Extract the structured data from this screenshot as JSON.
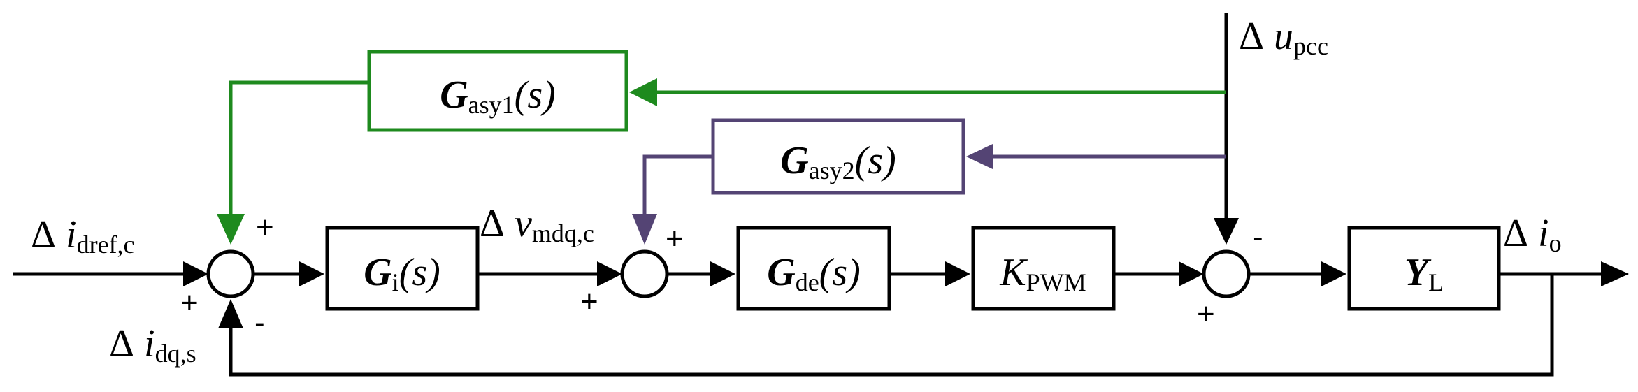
{
  "blocks": {
    "gi": {
      "main": "G",
      "sub": "i",
      "arg": "(s)"
    },
    "gde": {
      "main": "G",
      "sub": "de",
      "arg": "(s)"
    },
    "kpwm": {
      "main": "K",
      "sub": "PWM"
    },
    "yl": {
      "main": "Y",
      "sub": "L"
    },
    "gasy1": {
      "main": "G",
      "sub": "asy1",
      "arg": "(s)"
    },
    "gasy2": {
      "main": "G",
      "sub": "asy2",
      "arg": "(s)"
    }
  },
  "signals": {
    "idref": {
      "delta": "Δ",
      "var": "i",
      "sub": "dref,c"
    },
    "vmdq": {
      "delta": "Δ",
      "var": "v",
      "sub": "mdq,c"
    },
    "upcc": {
      "delta": "Δ",
      "var": "u",
      "sub": "pcc"
    },
    "io": {
      "delta": "Δ",
      "var": "i",
      "sub": "o"
    },
    "idqs": {
      "delta": "Δ",
      "var": "i",
      "sub": "dq,s"
    }
  },
  "signs": {
    "sum1_top": "+",
    "sum1_left": "+",
    "sum1_bottom": "-",
    "sum2_top": "+",
    "sum2_left": "+",
    "sum3_top": "-",
    "sum3_left": "+"
  },
  "colors": {
    "green_path": "#1e8a1e",
    "purple_path": "#544474",
    "main": "#000000"
  }
}
